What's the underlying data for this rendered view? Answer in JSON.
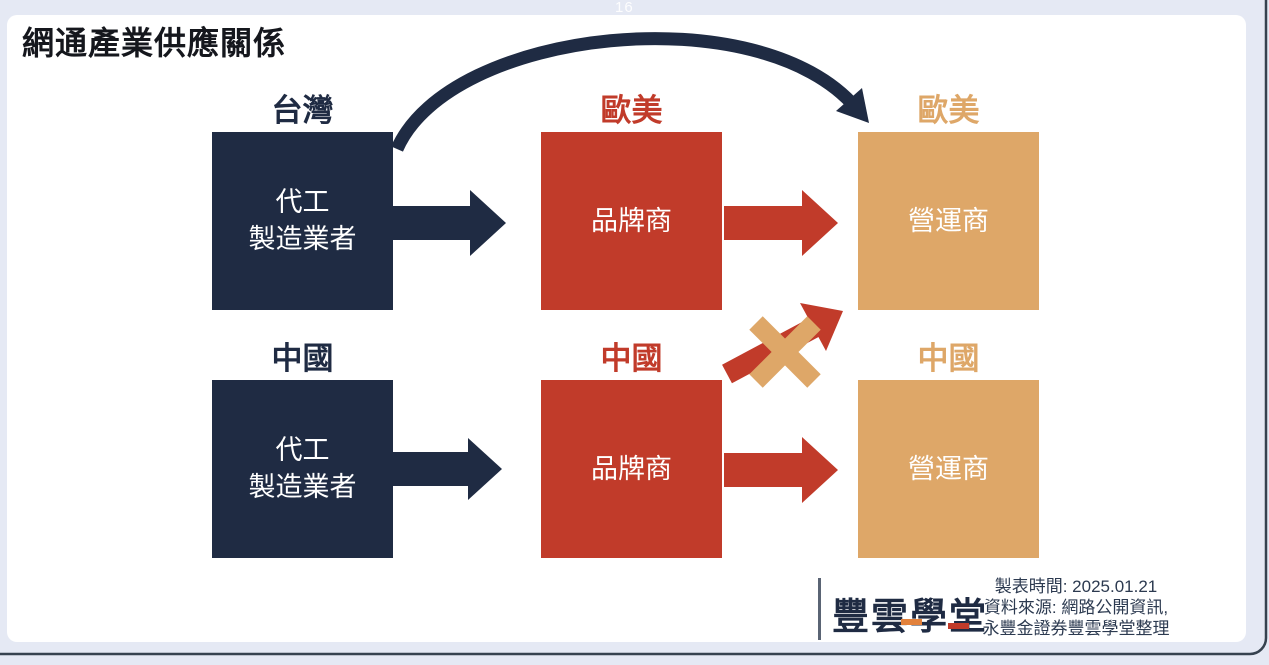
{
  "page": {
    "page_hint": "16",
    "background": "#E5E9F4",
    "card_background": "#FFFFFF"
  },
  "title": "網通產業供應關係",
  "colors": {
    "navy": "#1F2B43",
    "red": "#C13B2A",
    "tan": "#DEA768",
    "title_text": "#15171D",
    "footer_text": "#2C3A50",
    "accent_orange": "#E2813B",
    "frame": "#36424F"
  },
  "diagram": {
    "rows": [
      {
        "nodes": [
          {
            "region": "台灣",
            "lines": [
              "代工",
              "製造業者"
            ]
          },
          {
            "region": "歐美",
            "lines": [
              "品牌商"
            ]
          },
          {
            "region": "歐美",
            "lines": [
              "營運商"
            ]
          }
        ]
      },
      {
        "nodes": [
          {
            "region": "中國",
            "lines": [
              "代工",
              "製造業者"
            ]
          },
          {
            "region": "中國",
            "lines": [
              "品牌商"
            ]
          },
          {
            "region": "中國",
            "lines": [
              "營運商"
            ]
          }
        ]
      }
    ]
  },
  "footer": {
    "logo": "豐雲學堂",
    "made_time": "製表時間: 2025.01.21",
    "source_line1": "資料來源: 網路公開資訊,",
    "source_line2": "永豐金證券豐雲學堂整理"
  }
}
